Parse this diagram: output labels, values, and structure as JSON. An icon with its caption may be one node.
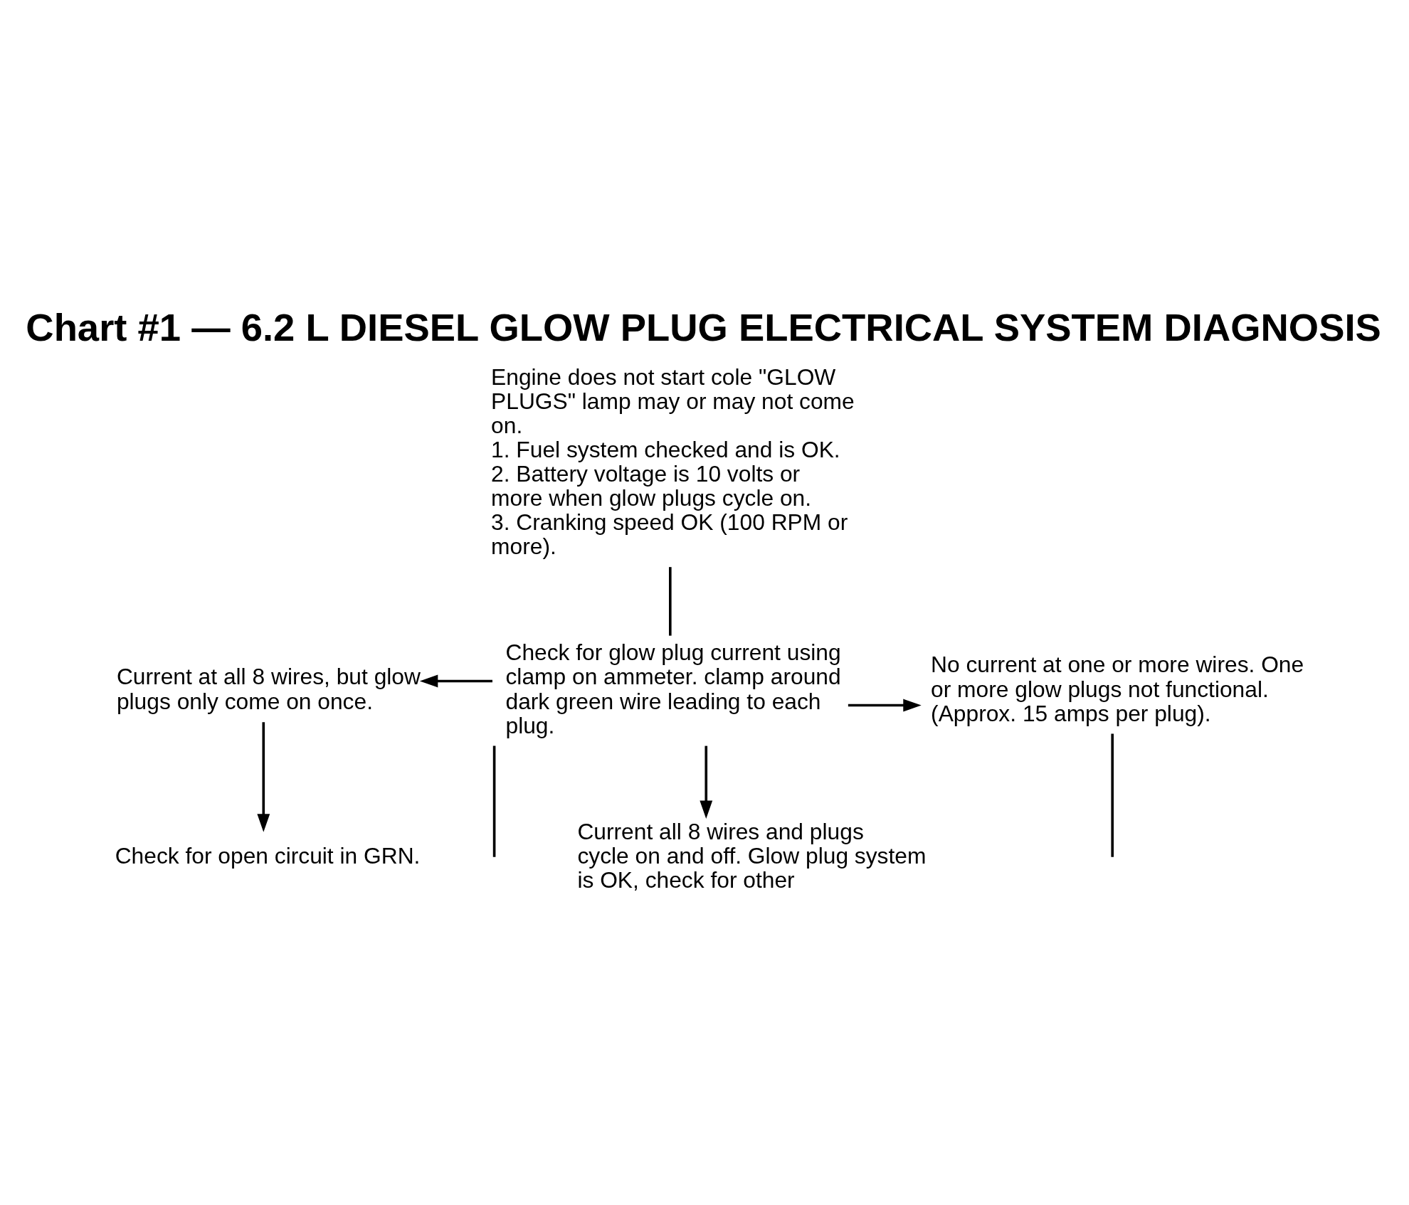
{
  "diagram": {
    "title": "Chart #1 — 6.2 L DIESEL GLOW PLUG ELECTRICAL SYSTEM DIAGNOSIS",
    "nodes": [
      {
        "text": [
          "Engine does not start cole \"GLOW PLUGS\" lamp may or may not come on.",
          "1. Fuel system checked and is OK.",
          "2. Battery voltage is 10 volts or more when glow plugs cycle on.",
          "3. Cranking speed OK (100 RPM or more)."
        ]
      },
      {
        "text": [
          "Check for glow plug current using clamp on ammeter. clamp around dark green wire leading to each plug."
        ]
      },
      {
        "text": [
          "Current at all 8 wires, but glow plugs only come on once."
        ]
      },
      {
        "text": [
          "Current all 8 wires and plugs cycle on and off. Glow plug system is OK, check for other"
        ]
      },
      {
        "text": [
          "No current at one or more wires. One or more glow plugs not functional. (Approx. 15 amps per plug)."
        ]
      },
      {
        "text": [
          "Check for open circuit in GRN."
        ]
      }
    ],
    "edges": [
      {
        "from": 0,
        "to": 1,
        "arrow": "none"
      },
      {
        "from": 1,
        "to": 2,
        "arrow": "to"
      },
      {
        "from": 1,
        "to": 3,
        "arrow": "to"
      },
      {
        "from": 1,
        "to": 4,
        "arrow": "to"
      },
      {
        "from": 2,
        "to": 5,
        "arrow": "to"
      },
      {
        "from": 4,
        "to": null,
        "arrow": "none"
      },
      {
        "from": 1,
        "to": null,
        "arrow": "none"
      }
    ]
  }
}
